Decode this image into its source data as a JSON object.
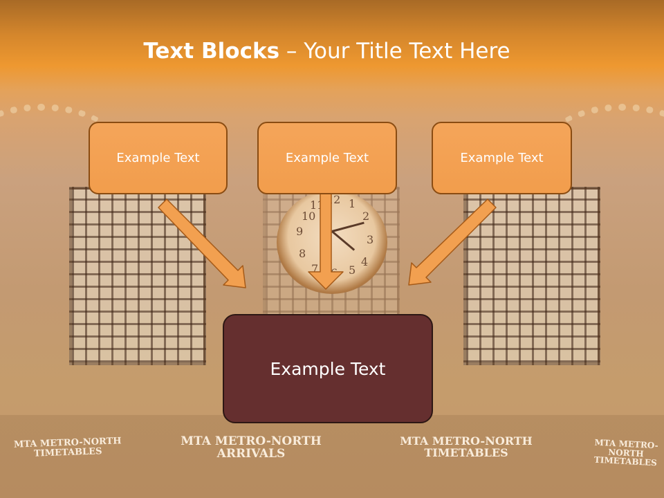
{
  "title": {
    "bold": "Text Blocks",
    "dash": " – ",
    "rest": "Your Title Text Here"
  },
  "blocks": [
    {
      "label": "Example Text"
    },
    {
      "label": "Example Text"
    },
    {
      "label": "Example Text"
    }
  ],
  "center_block": {
    "label": "Example Text"
  },
  "background": {
    "clock_numbers": [
      "11",
      "12",
      "1",
      "2",
      "9",
      "3",
      "8",
      "4",
      "7",
      "6",
      "5",
      "10"
    ],
    "signs": [
      {
        "line1": "MTA METRO-NORTH",
        "line2": "TIMETABLES"
      },
      {
        "line1": "MTA METRO-NORTH",
        "line2": "ARRIVALS"
      },
      {
        "line1": "MTA METRO-NORTH",
        "line2": "TIMETABLES"
      },
      {
        "line1": "MTA METRO-NORTH",
        "line2": "TIMETABLES"
      }
    ]
  },
  "colors": {
    "header_orange": "#ee9830",
    "block_fill": "#f4a55a",
    "block_border": "#8a4c12",
    "center_fill": "#652f2f",
    "arrow_fill": "#f2a050"
  }
}
